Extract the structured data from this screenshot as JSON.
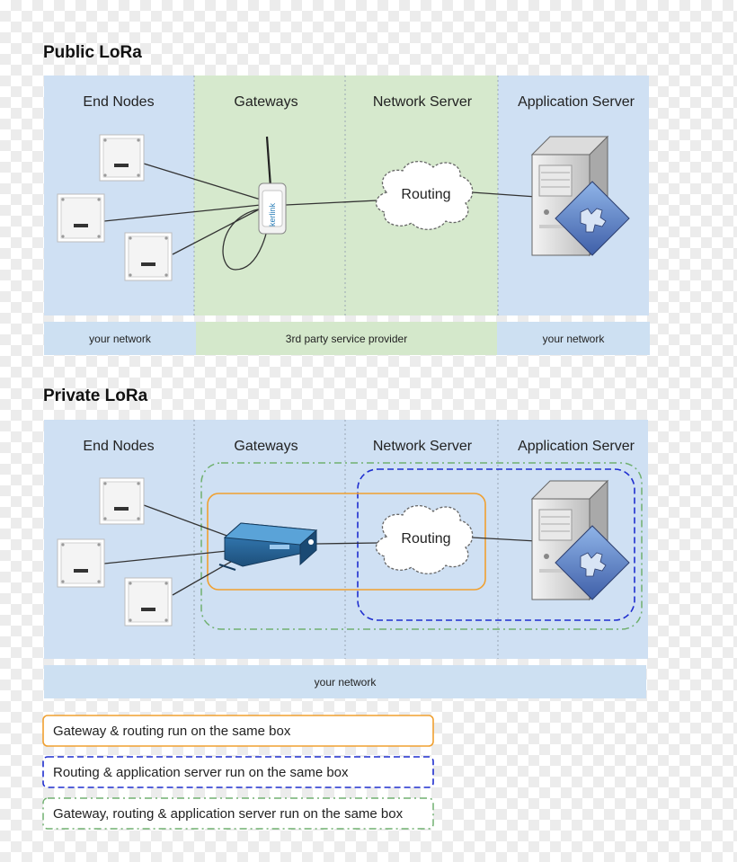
{
  "public": {
    "title": "Public LoRa",
    "columns": [
      "End Nodes",
      "Gateways",
      "Network Server",
      "Application Server"
    ],
    "footer": [
      "your network",
      "3rd party service provider",
      "your network"
    ],
    "routing_label": "Routing",
    "gateway_brand": "kerlink"
  },
  "private": {
    "title": "Private LoRa",
    "columns": [
      "End Nodes",
      "Gateways",
      "Network Server",
      "Application Server"
    ],
    "footer": [
      "your network"
    ],
    "routing_label": "Routing"
  },
  "legend": [
    {
      "text": "Gateway & routing run on the same box",
      "color": "#f0a030",
      "style": "solid"
    },
    {
      "text": "Routing & application server run on the same box",
      "color": "#1f2ecf",
      "style": "dashed"
    },
    {
      "text": "Gateway, routing & application server run on the same box",
      "color": "#70b070",
      "style": "dash-dot"
    }
  ],
  "colors": {
    "blue_zone": "#cfe0f3",
    "green_zone": "#d6e9cd",
    "footer_blue": "#cde0f2",
    "footer_green": "#d4e8cb"
  }
}
